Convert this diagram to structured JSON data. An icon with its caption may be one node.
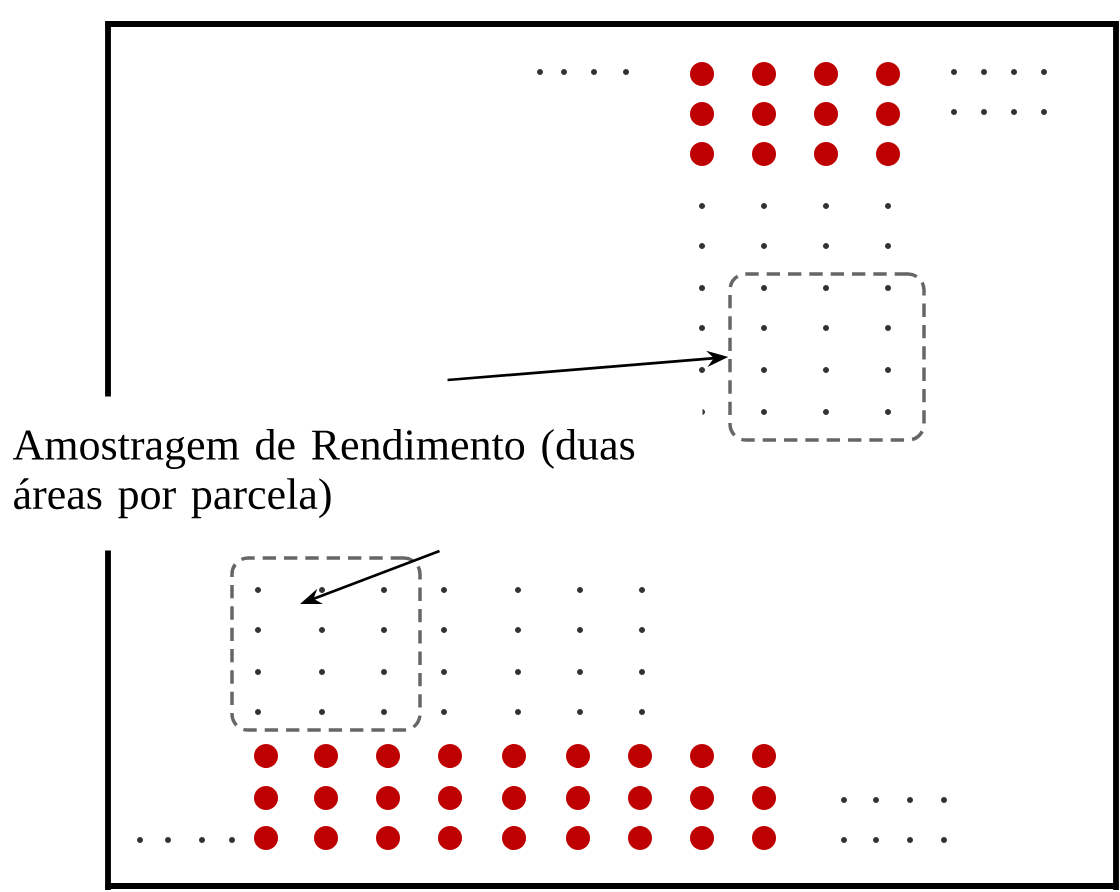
{
  "diagram": {
    "nodes": [
      {
        "text": [
          "Amostragem de Rendimento (duas áreas por parcela)"
        ]
      },
      {
        "text": [],
        "shape": "box"
      },
      {
        "text": [],
        "shape": "box"
      }
    ],
    "edges": [
      {
        "from": 0,
        "to": 1,
        "arrow": "to"
      },
      {
        "from": 0,
        "to": 2,
        "arrow": "to"
      }
    ]
  }
}
